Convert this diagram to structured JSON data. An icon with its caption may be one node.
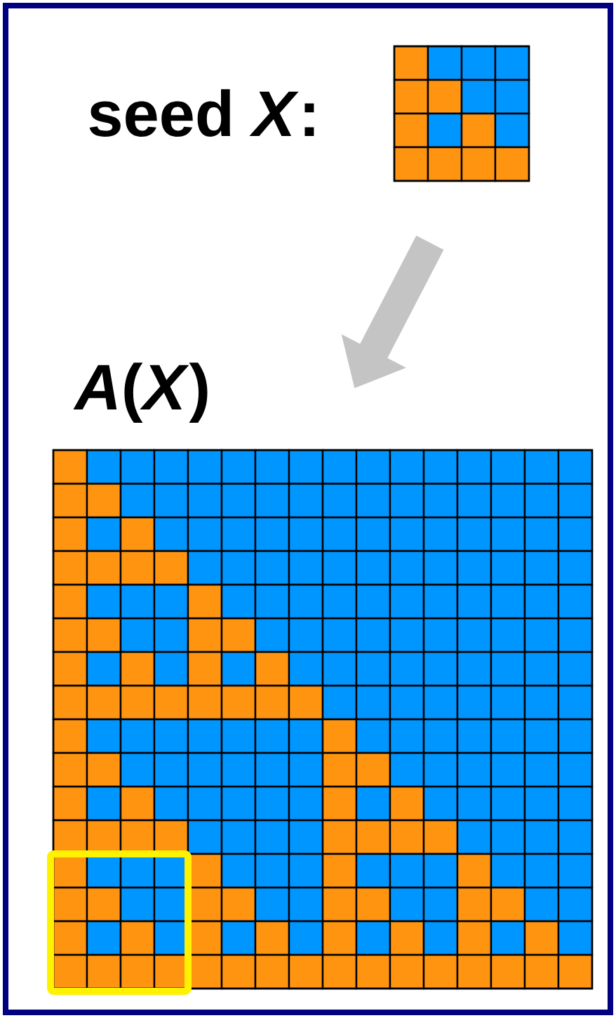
{
  "diagram": {
    "nodes": [
      {
        "text": [],
        "shape": "grid",
        "beside": [
          "seed *X*:"
        ]
      },
      {
        "text": [],
        "shape": "grid",
        "beside": [
          "*A*(*X*)"
        ]
      }
    ],
    "edges": [
      {
        "from": 0,
        "to": 1,
        "arrow": "to"
      }
    ]
  }
}
